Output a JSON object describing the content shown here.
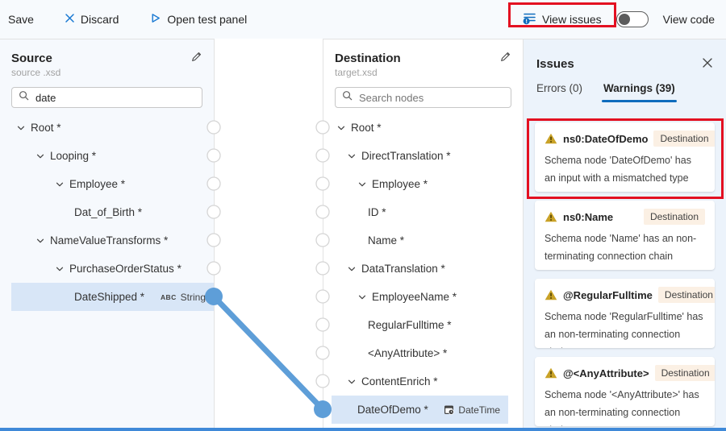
{
  "toolbar": {
    "save": "Save",
    "discard": "Discard",
    "open_test_panel": "Open test panel",
    "view_issues": "View issues",
    "view_code": "View code"
  },
  "source": {
    "title": "Source",
    "subtitle": "source .xsd",
    "search_value": "date",
    "tree": [
      {
        "label": "Root *",
        "indent": 0,
        "chevron": true
      },
      {
        "label": "Looping *",
        "indent": 1,
        "chevron": true
      },
      {
        "label": "Employee *",
        "indent": 2,
        "chevron": true
      },
      {
        "label": "Dat_of_Birth *",
        "indent": 3,
        "chevron": false
      },
      {
        "label": "NameValueTransforms *",
        "indent": 1,
        "chevron": true
      },
      {
        "label": "PurchaseOrderStatus *",
        "indent": 2,
        "chevron": true
      },
      {
        "label": "DateShipped *",
        "indent": 3,
        "chevron": false,
        "selected": true,
        "type_icon": "abc",
        "type_icon_text": "ABC",
        "type_label": "String"
      }
    ]
  },
  "destination": {
    "title": "Destination",
    "subtitle": "target.xsd",
    "search_placeholder": "Search nodes",
    "tree": [
      {
        "label": "Root *",
        "indent": 0,
        "chevron": true
      },
      {
        "label": "DirectTranslation *",
        "indent": 1,
        "chevron": true
      },
      {
        "label": "Employee *",
        "indent": 2,
        "chevron": true
      },
      {
        "label": "ID *",
        "indent": 3,
        "chevron": false
      },
      {
        "label": "Name *",
        "indent": 3,
        "chevron": false
      },
      {
        "label": "DataTranslation *",
        "indent": 1,
        "chevron": true
      },
      {
        "label": "EmployeeName *",
        "indent": 2,
        "chevron": true
      },
      {
        "label": "RegularFulltime *",
        "indent": 3,
        "chevron": false
      },
      {
        "label": "<AnyAttribute> *",
        "indent": 3,
        "chevron": false
      },
      {
        "label": "ContentEnrich *",
        "indent": 1,
        "chevron": true
      },
      {
        "label": "DateOfDemo *",
        "indent": 2,
        "chevron": false,
        "selected": true,
        "type_icon": "datetime",
        "type_label": "DateTime"
      }
    ]
  },
  "issues": {
    "title": "Issues",
    "tabs": [
      {
        "label": "Errors (0)",
        "active": false
      },
      {
        "label": "Warnings (39)",
        "active": true
      }
    ],
    "warnings": [
      {
        "title": "ns0:DateOfDemo",
        "badge": "Destination",
        "description": "Schema node 'DateOfDemo' has an input with a mismatched type",
        "annotated": true
      },
      {
        "title": "ns0:Name",
        "badge": "Destination",
        "description": "Schema node 'Name' has an non-terminating connection chain",
        "annotated": false
      },
      {
        "title": "@RegularFulltime",
        "badge": "Destination",
        "description": "Schema node 'RegularFulltime' has an non-terminating connection chain",
        "annotated": false
      },
      {
        "title": "@<AnyAttribute>",
        "badge": "Destination",
        "description": "Schema node '<AnyAttribute>' has an non-terminating connection chain",
        "annotated": false
      }
    ]
  },
  "colors": {
    "accent_blue": "#0f6cbd",
    "icon_blue": "#1878d2",
    "connection_blue": "#5e9ed8",
    "selected_row": "#d8e6f7",
    "warning_gold": "#c9a227",
    "annotation_red": "#e31021",
    "destination_badge_bg": "#fbf0e4",
    "bottom_bar_blue": "#3f89d8"
  }
}
